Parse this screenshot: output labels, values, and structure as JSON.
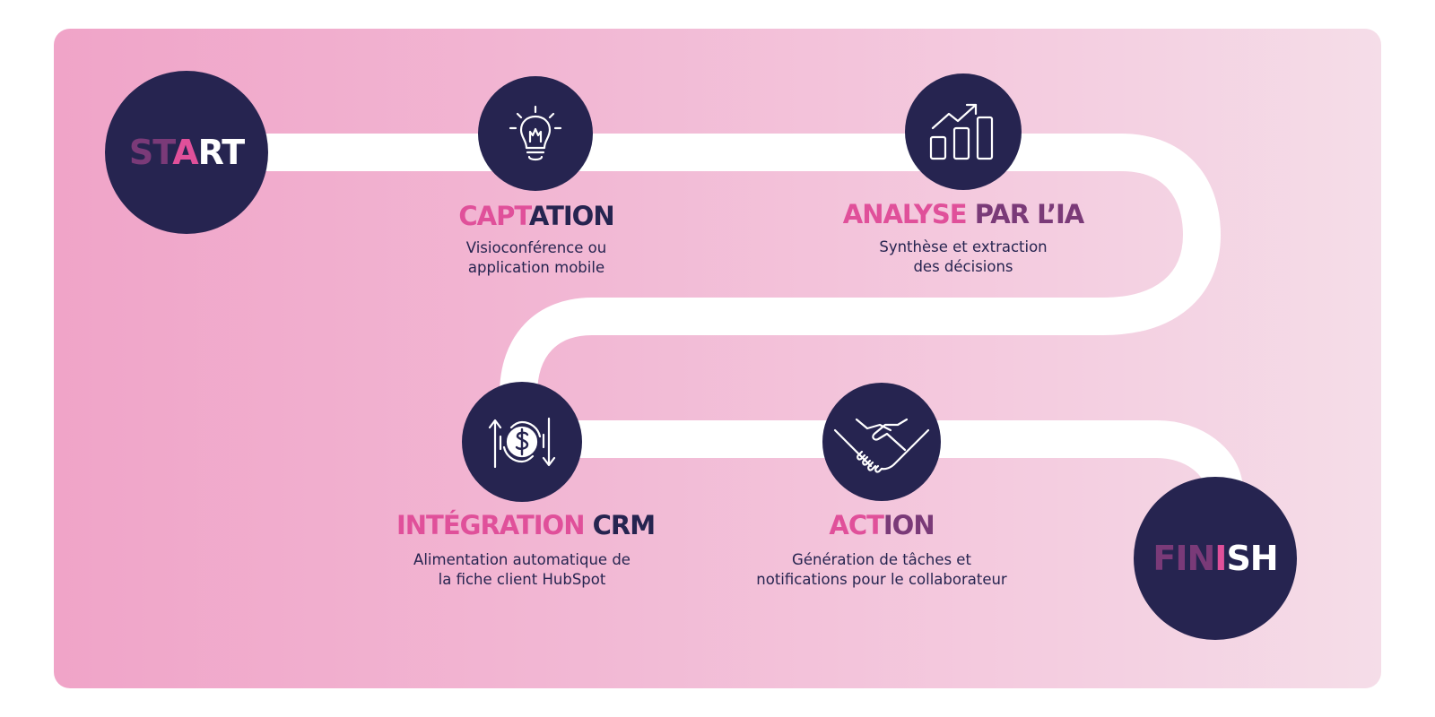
{
  "colors": {
    "navy": "#262450",
    "magenta": "#e0509a",
    "purple": "#7a3a78",
    "road": "#ffffff"
  },
  "start": {
    "part1": "ST",
    "part2": "A",
    "part3": "RT"
  },
  "finish": {
    "part1": "FIN",
    "part2": "I",
    "part3": "SH"
  },
  "steps": [
    {
      "icon": "lightbulb-icon",
      "title_a": "CAPT",
      "title_b": "ATION",
      "desc_line1": "Visioconférence ou",
      "desc_line2": "application mobile"
    },
    {
      "icon": "bar-chart-icon",
      "title_a": "ANALYSE ",
      "title_b": "PAR L’IA",
      "desc_line1": "Synthèse et extraction",
      "desc_line2": "des décisions"
    },
    {
      "icon": "dollar-exchange-icon",
      "title_a": "INTÉGRATION ",
      "title_b": "CRM",
      "desc_line1": "Alimentation automatique de",
      "desc_line2": "la fiche client HubSpot"
    },
    {
      "icon": "handshake-icon",
      "title_a": "ACT",
      "title_b": "ION",
      "desc_line1": "Génération de tâches et",
      "desc_line2": "notifications pour le collaborateur"
    }
  ]
}
